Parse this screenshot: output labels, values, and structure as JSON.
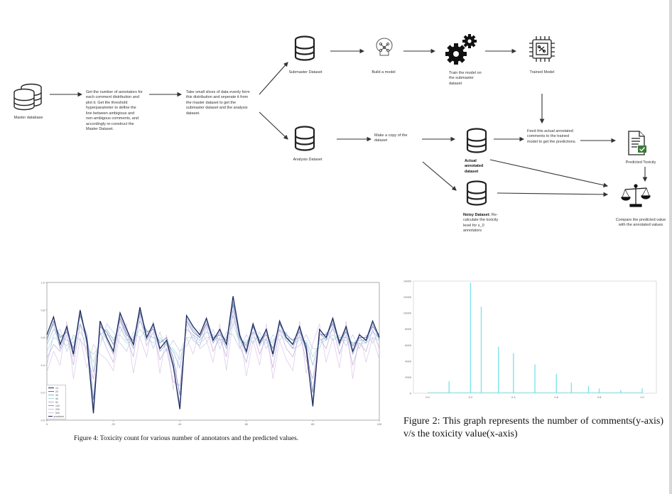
{
  "flowchart": {
    "master_db": "Master database",
    "step_number": "Get the number of annotators for each comment distribution and plot it. Get the threshold hyperparameter to define the line between ambigious and non-ambigous comments, and accordingly re-construct the Master Dataset.",
    "step_slices": "Take small slices of data evenly form this distribution and seperate it from the master dataset to get the submaster dataset and the analysis dataset.",
    "submaster": "Submaster Dataset",
    "analysis": "Analysis Dataset",
    "build_model": "Build a model",
    "train": "Train the model on the submaster dataset",
    "trained_model": "Trained Model",
    "copy": "Make a copy of the dataset",
    "actual_annotated": "Actual annotated dataset",
    "noisy_bold": "Noisy Dataset:",
    "noisy_rest": "Re-calculate the toxicity level for x_0 annotators",
    "feed": "Feed this actual annotated comments to the trained model to get the predictions.",
    "predicted_toxicity": "Predicted Toxicity",
    "compare": "Compare the predicted value with the annotated values"
  },
  "figure4": {
    "caption": "Figure 4: Toxicity count for various number of annotators and the predicted values.",
    "colors": [
      "#1f2a5c",
      "#5b6fa8",
      "#8fb7d6",
      "#a9d8d2",
      "#c4a5d9",
      "#7e9bc9",
      "#b9c7e8",
      "#d9c4e6"
    ],
    "legend": [
      "10",
      "20",
      "30",
      "40",
      "50",
      "100",
      "200",
      "500",
      "predicted"
    ]
  },
  "figure2": {
    "caption": "Figure 2:  This graph represents the number of comments(y-axis) v/s the toxicity value(x-axis)",
    "color": "#7fe3ea"
  },
  "chart_data": [
    {
      "type": "line",
      "xlim": [
        0,
        100
      ],
      "ylim": [
        0,
        1.0
      ],
      "x_ticks": [
        "0",
        "20",
        "40",
        "60",
        "80",
        "100"
      ],
      "y_ticks": [
        "0.0",
        "0.2",
        "0.4",
        "0.6",
        "0.8",
        "1.0"
      ],
      "x": [
        0,
        2,
        4,
        6,
        8,
        10,
        12,
        14,
        16,
        18,
        20,
        22,
        24,
        26,
        28,
        30,
        32,
        34,
        36,
        38,
        40,
        42,
        44,
        46,
        48,
        50,
        52,
        54,
        56,
        58,
        60,
        62,
        64,
        66,
        68,
        70,
        72,
        74,
        76,
        78,
        80,
        82,
        84,
        86,
        88,
        90,
        92,
        94,
        96,
        98,
        100
      ],
      "series": [
        {
          "values": [
            0.62,
            0.75,
            0.55,
            0.68,
            0.48,
            0.8,
            0.58,
            0.05,
            0.72,
            0.6,
            0.5,
            0.78,
            0.66,
            0.55,
            0.82,
            0.6,
            0.7,
            0.52,
            0.58,
            0.4,
            0.08,
            0.76,
            0.68,
            0.62,
            0.74,
            0.58,
            0.66,
            0.55,
            0.9,
            0.62,
            0.5,
            0.7,
            0.56,
            0.66,
            0.48,
            0.72,
            0.6,
            0.55,
            0.68,
            0.52,
            0.1,
            0.66,
            0.6,
            0.74,
            0.56,
            0.68,
            0.5,
            0.62,
            0.58,
            0.72,
            0.6
          ]
        },
        {
          "values": [
            0.58,
            0.72,
            0.6,
            0.64,
            0.52,
            0.76,
            0.62,
            0.15,
            0.68,
            0.64,
            0.55,
            0.74,
            0.62,
            0.58,
            0.78,
            0.64,
            0.66,
            0.56,
            0.6,
            0.45,
            0.18,
            0.72,
            0.64,
            0.6,
            0.7,
            0.6,
            0.62,
            0.58,
            0.84,
            0.6,
            0.54,
            0.68,
            0.58,
            0.62,
            0.52,
            0.7,
            0.62,
            0.58,
            0.64,
            0.55,
            0.2,
            0.62,
            0.62,
            0.7,
            0.58,
            0.64,
            0.54,
            0.6,
            0.6,
            0.68,
            0.62
          ]
        },
        {
          "values": [
            0.55,
            0.66,
            0.62,
            0.58,
            0.56,
            0.7,
            0.6,
            0.35,
            0.62,
            0.66,
            0.58,
            0.68,
            0.58,
            0.6,
            0.72,
            0.62,
            0.6,
            0.58,
            0.56,
            0.5,
            0.38,
            0.66,
            0.62,
            0.58,
            0.64,
            0.62,
            0.58,
            0.6,
            0.76,
            0.58,
            0.56,
            0.64,
            0.6,
            0.58,
            0.56,
            0.66,
            0.6,
            0.58,
            0.6,
            0.56,
            0.4,
            0.58,
            0.6,
            0.66,
            0.6,
            0.6,
            0.56,
            0.58,
            0.58,
            0.64,
            0.6
          ]
        },
        {
          "values": [
            0.5,
            0.6,
            0.58,
            0.54,
            0.6,
            0.64,
            0.56,
            0.42,
            0.58,
            0.62,
            0.6,
            0.62,
            0.56,
            0.58,
            0.66,
            0.6,
            0.56,
            0.6,
            0.54,
            0.52,
            0.44,
            0.6,
            0.6,
            0.56,
            0.6,
            0.6,
            0.56,
            0.58,
            0.7,
            0.56,
            0.58,
            0.6,
            0.58,
            0.56,
            0.58,
            0.62,
            0.58,
            0.56,
            0.58,
            0.58,
            0.46,
            0.56,
            0.58,
            0.62,
            0.58,
            0.58,
            0.56,
            0.56,
            0.56,
            0.6,
            0.58
          ]
        },
        {
          "values": [
            0.45,
            0.55,
            0.5,
            0.62,
            0.4,
            0.7,
            0.48,
            0.3,
            0.64,
            0.52,
            0.42,
            0.72,
            0.6,
            0.46,
            0.76,
            0.54,
            0.64,
            0.44,
            0.52,
            0.28,
            0.25,
            0.7,
            0.58,
            0.54,
            0.68,
            0.5,
            0.6,
            0.46,
            0.8,
            0.54,
            0.42,
            0.64,
            0.48,
            0.6,
            0.38,
            0.66,
            0.52,
            0.46,
            0.62,
            0.44,
            0.3,
            0.6,
            0.52,
            0.68,
            0.48,
            0.62,
            0.4,
            0.56,
            0.5,
            0.66,
            0.52
          ]
        },
        {
          "values": [
            0.6,
            0.7,
            0.52,
            0.66,
            0.46,
            0.78,
            0.56,
            0.1,
            0.7,
            0.58,
            0.48,
            0.76,
            0.64,
            0.52,
            0.8,
            0.58,
            0.68,
            0.5,
            0.56,
            0.38,
            0.12,
            0.74,
            0.66,
            0.6,
            0.72,
            0.56,
            0.64,
            0.52,
            0.86,
            0.6,
            0.48,
            0.68,
            0.54,
            0.64,
            0.46,
            0.7,
            0.58,
            0.52,
            0.66,
            0.5,
            0.14,
            0.64,
            0.58,
            0.72,
            0.54,
            0.66,
            0.48,
            0.6,
            0.56,
            0.7,
            0.58
          ]
        },
        {
          "values": [
            0.4,
            0.62,
            0.66,
            0.5,
            0.62,
            0.58,
            0.52,
            0.48,
            0.54,
            0.7,
            0.64,
            0.56,
            0.5,
            0.64,
            0.6,
            0.66,
            0.52,
            0.64,
            0.5,
            0.58,
            0.5,
            0.54,
            0.62,
            0.52,
            0.56,
            0.66,
            0.52,
            0.64,
            0.62,
            0.52,
            0.62,
            0.56,
            0.64,
            0.52,
            0.62,
            0.58,
            0.64,
            0.52,
            0.54,
            0.62,
            0.52,
            0.52,
            0.64,
            0.58,
            0.62,
            0.54,
            0.62,
            0.52,
            0.62,
            0.56,
            0.64
          ]
        },
        {
          "values": [
            0.35,
            0.5,
            0.4,
            0.72,
            0.3,
            0.6,
            0.38,
            0.55,
            0.48,
            0.44,
            0.36,
            0.64,
            0.7,
            0.34,
            0.6,
            0.46,
            0.72,
            0.34,
            0.62,
            0.22,
            0.5,
            0.6,
            0.48,
            0.66,
            0.58,
            0.42,
            0.7,
            0.36,
            0.72,
            0.64,
            0.32,
            0.58,
            0.4,
            0.7,
            0.3,
            0.58,
            0.44,
            0.36,
            0.72,
            0.34,
            0.56,
            0.7,
            0.42,
            0.6,
            0.38,
            0.72,
            0.3,
            0.64,
            0.42,
            0.6,
            0.44
          ]
        }
      ]
    },
    {
      "type": "bar",
      "x_ticks": [
        "0.0",
        "0.2",
        "0.4",
        "0.6",
        "0.8",
        "1.0"
      ],
      "y_ticks": [
        "0",
        "2000",
        "4000",
        "6000",
        "8000",
        "10000",
        "12000",
        "14000"
      ],
      "xlim": [
        0,
        1.0
      ],
      "ylim": [
        0,
        14000
      ],
      "x": [
        0.1,
        0.2,
        0.25,
        0.33,
        0.4,
        0.5,
        0.6,
        0.67,
        0.75,
        0.8,
        0.9,
        1.0
      ],
      "values": [
        1500,
        13800,
        10800,
        5800,
        5000,
        3600,
        2400,
        1300,
        900,
        600,
        400,
        600
      ]
    }
  ]
}
